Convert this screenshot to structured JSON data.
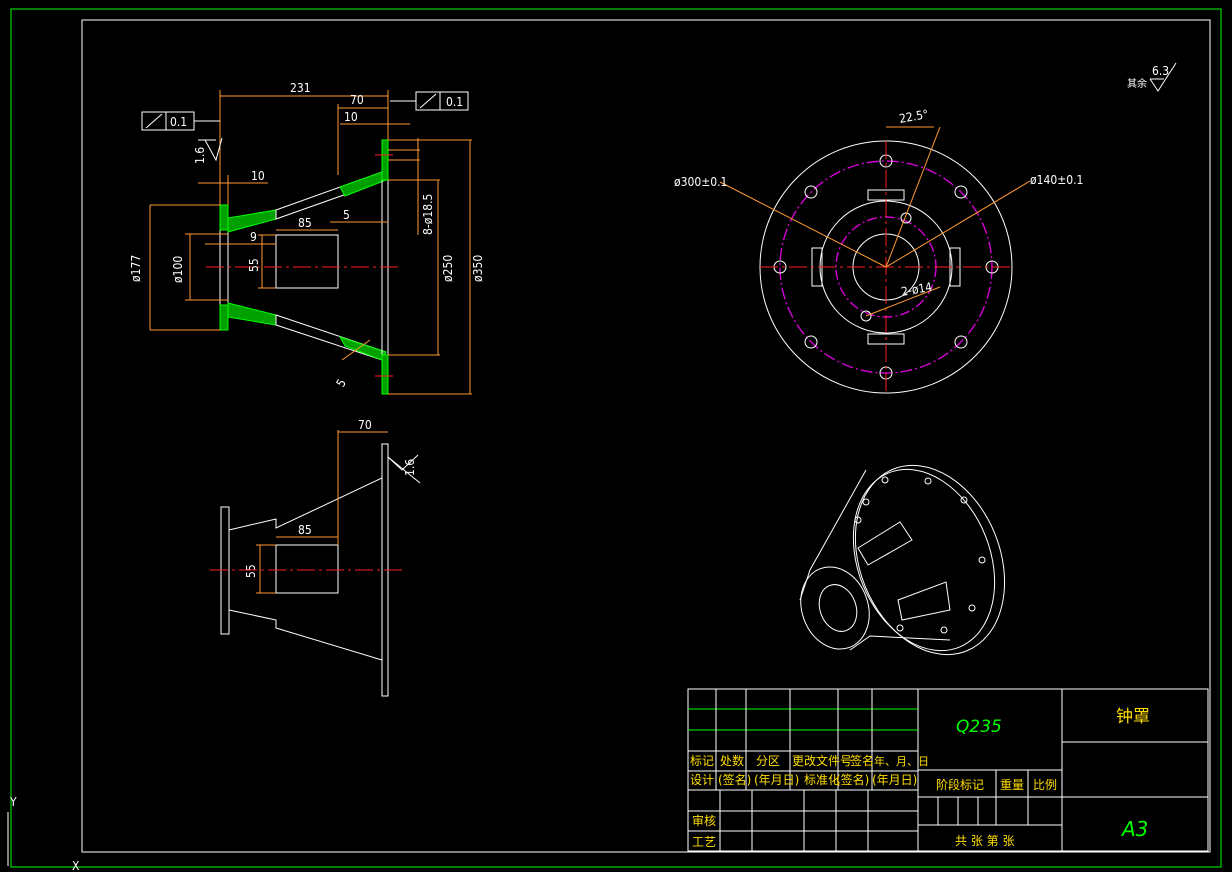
{
  "front_view": {
    "dims": {
      "overall_length": "231",
      "right_len": "70",
      "flange_thk_right": "10",
      "flange_thk_left": "10",
      "slot_len": "85",
      "wall_5": "5",
      "gap_9": "9",
      "slot_width": "55",
      "d177": "ø177",
      "d100": "ø100",
      "d250": "ø250",
      "d350": "ø350",
      "holes": "8-ø18.5",
      "wall_5b": "5"
    },
    "runout_left": "0.1",
    "runout_right": "0.1",
    "roughness_left": "1.6"
  },
  "side_view": {
    "dim_70": "70",
    "dim_85": "85",
    "dim_55": "55",
    "roughness": "1.6"
  },
  "circle_view": {
    "angle": "22.5°",
    "d300": "ø300±0.1",
    "d140": "ø140±0.1",
    "slots": "2-ø14"
  },
  "roughness_note": {
    "label": "其余",
    "value": "6.3"
  },
  "title_block": {
    "part_name": "钟罩",
    "material": "Q235",
    "sheet_size": "A3",
    "row_labels": {
      "mark": "标记",
      "count": "处数",
      "zone": "分区",
      "change_doc": "更改文件号",
      "sign": "签名",
      "date": "年、月、日",
      "design": "设计",
      "design_sign": "(签名)",
      "design_date": "(年月日)",
      "std": "标准化",
      "std_sign": "(签名)",
      "std_date": "(年月日)",
      "review": "审核",
      "craft": "工艺",
      "stage": "阶段标记",
      "weight": "重量",
      "scale": "比例",
      "sheets": "共   张   第   张"
    }
  },
  "ucs": {
    "y": "Y",
    "x": "X"
  }
}
